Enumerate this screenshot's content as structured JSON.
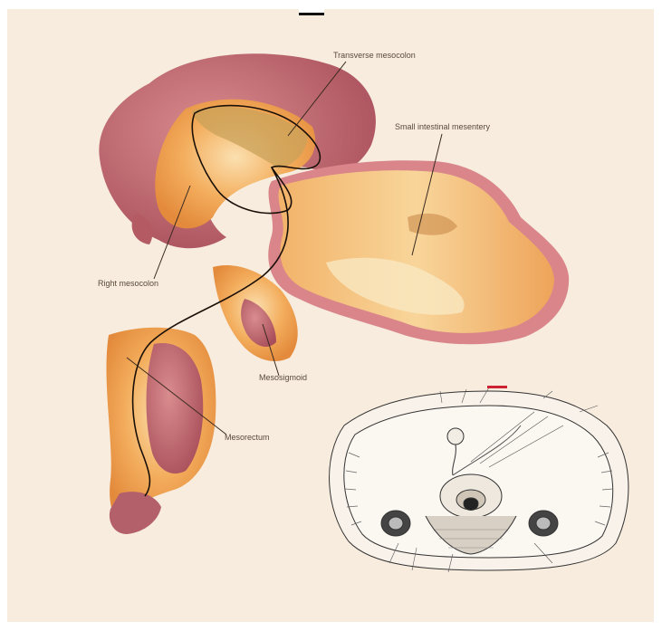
{
  "labels": {
    "transverse_mesocolon": "Transverse mesocolon",
    "small_intestinal_mesentery": "Small intestinal mesentery",
    "right_mesocolon": "Right mesocolon",
    "mesosigmoid": "Mesosigmoid",
    "mesorectum": "Mesorectum"
  },
  "colors": {
    "background": "#f7ecde",
    "tissue_orange": "#f0a04e",
    "tissue_pink": "#c46a73",
    "leader_line": "#3a2a20"
  }
}
